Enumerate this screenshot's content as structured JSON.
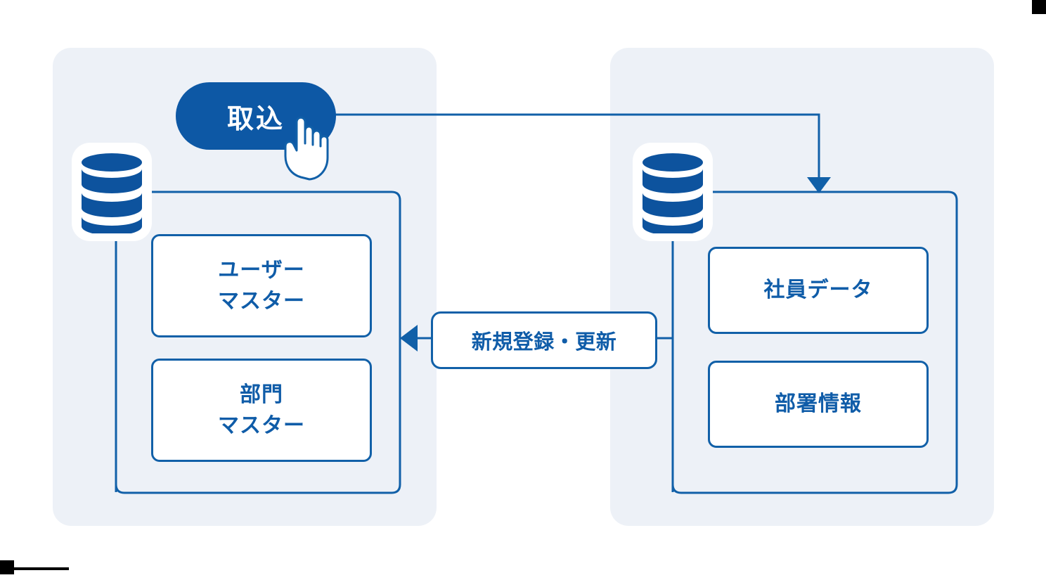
{
  "diagram": {
    "title": "",
    "colors": {
      "panel_bg": "#edf1f7",
      "stroke_blue": "#1160a8",
      "text_blue": "#0f5ca8",
      "button_blue": "#0d58a5",
      "icon_blue": "#0d539e",
      "white": "#ffffff"
    },
    "left_panel": {
      "name": "left-system",
      "database_icon": "database-icon",
      "action_button": {
        "label": "取込",
        "cursor": "pointing-hand-cursor"
      },
      "entities": [
        {
          "id": "user-master",
          "lines": [
            "ユーザー",
            "マスター"
          ]
        },
        {
          "id": "department-master",
          "lines": [
            "部門",
            "マスター"
          ]
        }
      ]
    },
    "right_panel": {
      "name": "right-system",
      "database_icon": "database-icon",
      "entities": [
        {
          "id": "employee-data",
          "lines": [
            "社員データ"
          ]
        },
        {
          "id": "department-info",
          "lines": [
            "部署情報"
          ]
        }
      ]
    },
    "transfer": {
      "label": "新規登録・更新",
      "direction": "right-to-left",
      "arrow_icon": "arrow-left-icon"
    },
    "trigger_flow": {
      "from": "取込",
      "to": "right-system",
      "arrow_icon": "arrow-down-icon"
    }
  }
}
